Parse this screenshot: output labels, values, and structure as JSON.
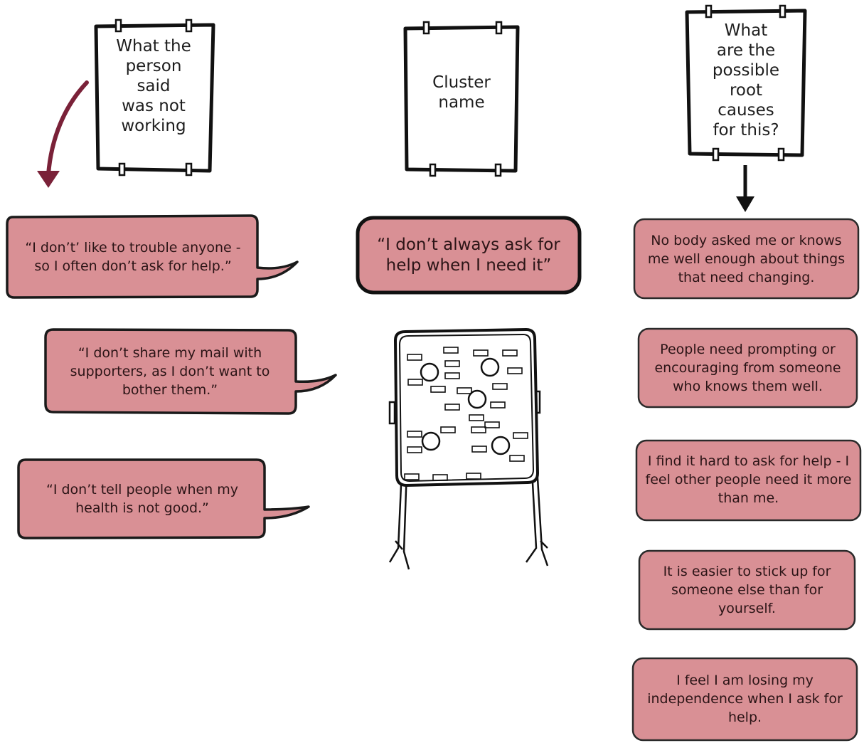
{
  "headers": {
    "left": [
      "What the",
      "person",
      "said",
      "was not",
      "working"
    ],
    "middle": [
      "Cluster",
      "name"
    ],
    "right": [
      "What",
      "are the",
      "possible",
      "root",
      "causes",
      "for this?"
    ]
  },
  "quotes": [
    "“I don’t’ like to trouble anyone - so I often don’t ask for help.”",
    "“I don’t share my mail with supporters, as I don’t want to bother them.”",
    "“I don’t tell people when my health is not good.”"
  ],
  "cluster_name": "“I don’t always ask for help when I need it”",
  "root_causes": [
    "No body asked me or knows me well enough about things that need changing.",
    "People need prompting or encouraging from someone who knows them well.",
    "I find it hard to ask for help - I feel other people need it more than me.",
    "It is easier to stick up for someone else than for yourself.",
    "I feel I am losing my independence when I ask for help."
  ],
  "colors": {
    "bubble_fill": "#d99095",
    "bubble_stroke": "#1a1a1a",
    "arrow_left": "#7a2138",
    "arrow_right": "#111111"
  },
  "icons": {
    "flipchart": "flipchart-board-icon"
  }
}
